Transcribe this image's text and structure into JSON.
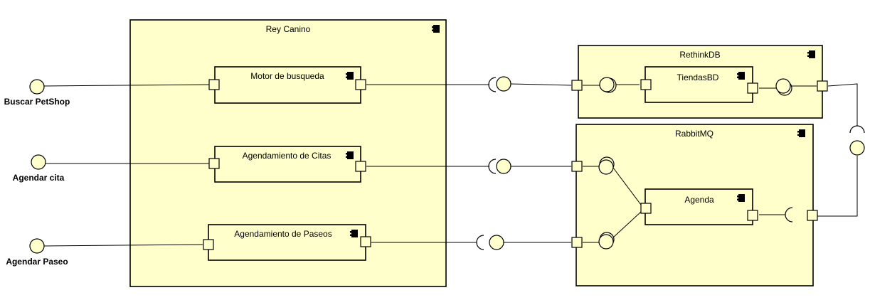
{
  "diagram": {
    "containers": {
      "rey_canino": "Rey Canino",
      "rethinkdb": "RethinkDB",
      "rabbitmq": "RabbitMQ"
    },
    "components": {
      "motor": "Motor de busqueda",
      "citas": "Agendamiento de Citas",
      "paseos": "Agendamiento de Paseos",
      "tiendas": "TiendasBD",
      "agenda": "Agenda"
    },
    "interfaces": {
      "buscar": "Buscar PetShop",
      "cita": "Agendar cita",
      "paseo": "Agendar Paseo"
    },
    "icon": "component-icon",
    "colors": {
      "fill": "#ffffcc",
      "stroke": "#000000"
    }
  }
}
